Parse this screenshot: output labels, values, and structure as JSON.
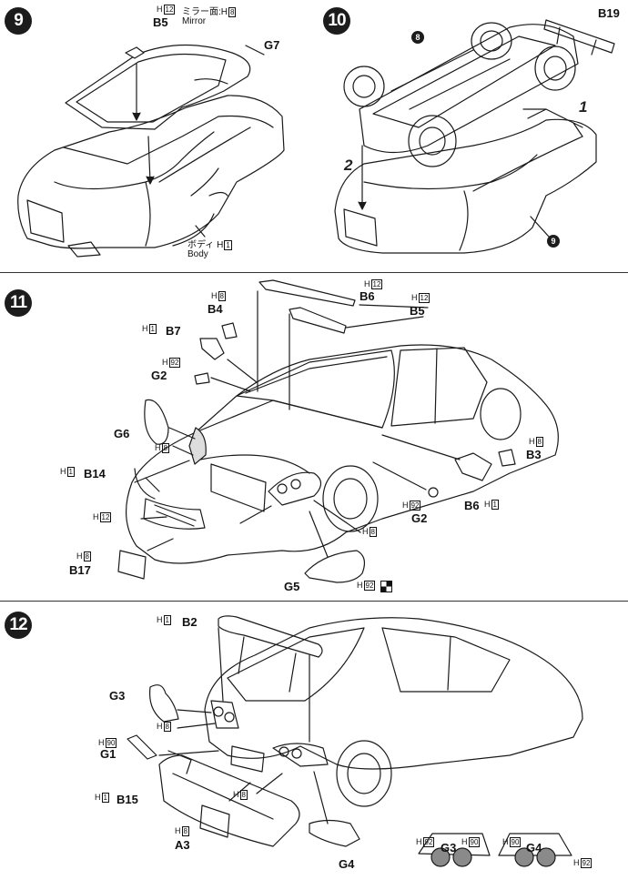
{
  "steps": [
    "9",
    "10",
    "11",
    "12"
  ],
  "step9": {
    "mirror_paint_jp": "ミラー面:",
    "mirror_paint_en": "Mirror",
    "body_jp": "ボディ",
    "body_en": "Body",
    "parts": [
      "B5",
      "G7"
    ],
    "color_codes": {
      "b5": "H",
      "b5_num": "12",
      "mirror": "H",
      "mirror_num": "8",
      "body": "H",
      "body_num": "1"
    }
  },
  "step10": {
    "parts": [
      "B19"
    ],
    "order": [
      "1",
      "2"
    ],
    "markers": [
      "8",
      "9"
    ]
  },
  "step11": {
    "labels": [
      "B6",
      "B5",
      "B4",
      "B7",
      "G2",
      "G6",
      "B14",
      "B17",
      "G5",
      "B3",
      "B6",
      "G2"
    ],
    "codes": [
      "12",
      "12",
      "8",
      "1",
      "92",
      "8",
      "1",
      "12",
      "8",
      "92",
      "8",
      "8",
      "1",
      "92"
    ]
  },
  "step12": {
    "labels": [
      "B2",
      "G3",
      "G1",
      "B15",
      "A3",
      "G4",
      "G3",
      "G4"
    ],
    "codes": [
      "1",
      "8",
      "90",
      "8",
      "1",
      "8",
      "92",
      "90",
      "90",
      "92"
    ]
  },
  "colors": {
    "ink": "#111111",
    "step_fill": "#1c1c1c",
    "tail_light_fill": "#8a8a8a"
  }
}
